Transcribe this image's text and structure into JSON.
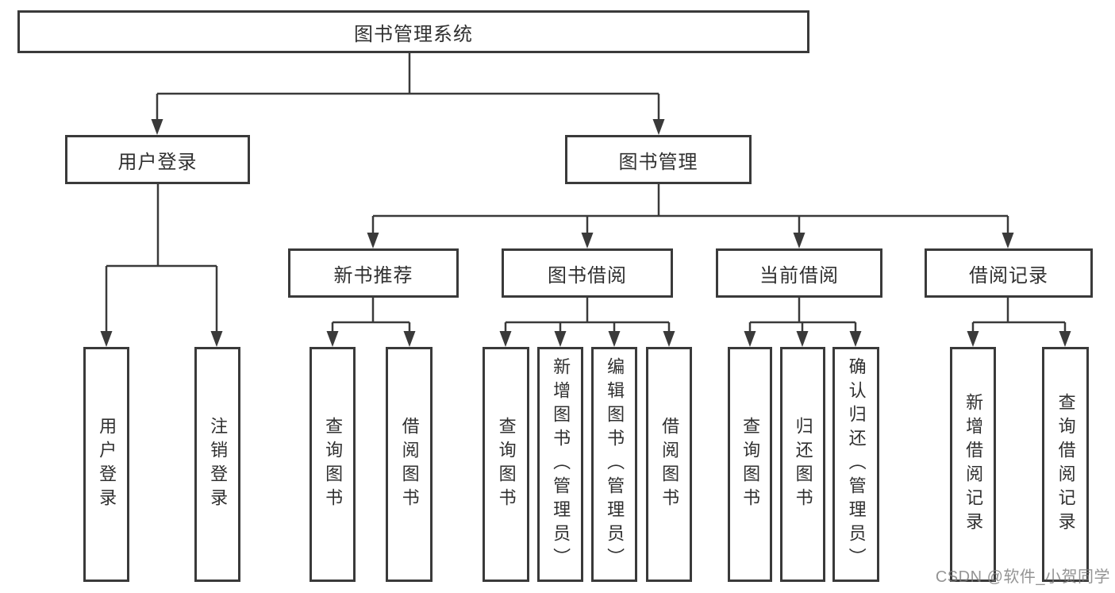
{
  "diagram": {
    "type": "tree",
    "title": "图书管理系统",
    "colors": {
      "background": "#ffffff",
      "line": "#3a3a3a",
      "box_border": "#3a3a3a",
      "box_fill": "#ffffff",
      "text": "#303030",
      "watermark": "#8c8c8c"
    },
    "tree": {
      "label": "图书管理系统",
      "children": [
        {
          "label": "用户登录",
          "children": [
            {
              "label": "用户登录"
            },
            {
              "label": "注销登录"
            }
          ]
        },
        {
          "label": "图书管理",
          "children": [
            {
              "label": "新书推荐",
              "children": [
                {
                  "label": "查询图书"
                },
                {
                  "label": "借阅图书"
                }
              ]
            },
            {
              "label": "图书借阅",
              "children": [
                {
                  "label": "查询图书"
                },
                {
                  "label": "新增图书（管理员）"
                },
                {
                  "label": "编辑图书（管理员）"
                },
                {
                  "label": "借阅图书"
                }
              ]
            },
            {
              "label": "当前借阅",
              "children": [
                {
                  "label": "查询图书"
                },
                {
                  "label": "归还图书"
                },
                {
                  "label": "确认归还（管理员）"
                }
              ]
            },
            {
              "label": "借阅记录",
              "children": [
                {
                  "label": "新增借阅记录"
                },
                {
                  "label": "查询借阅记录"
                }
              ]
            }
          ]
        }
      ]
    }
  },
  "watermark": {
    "text": "CSDN @软件_小贺同学"
  }
}
